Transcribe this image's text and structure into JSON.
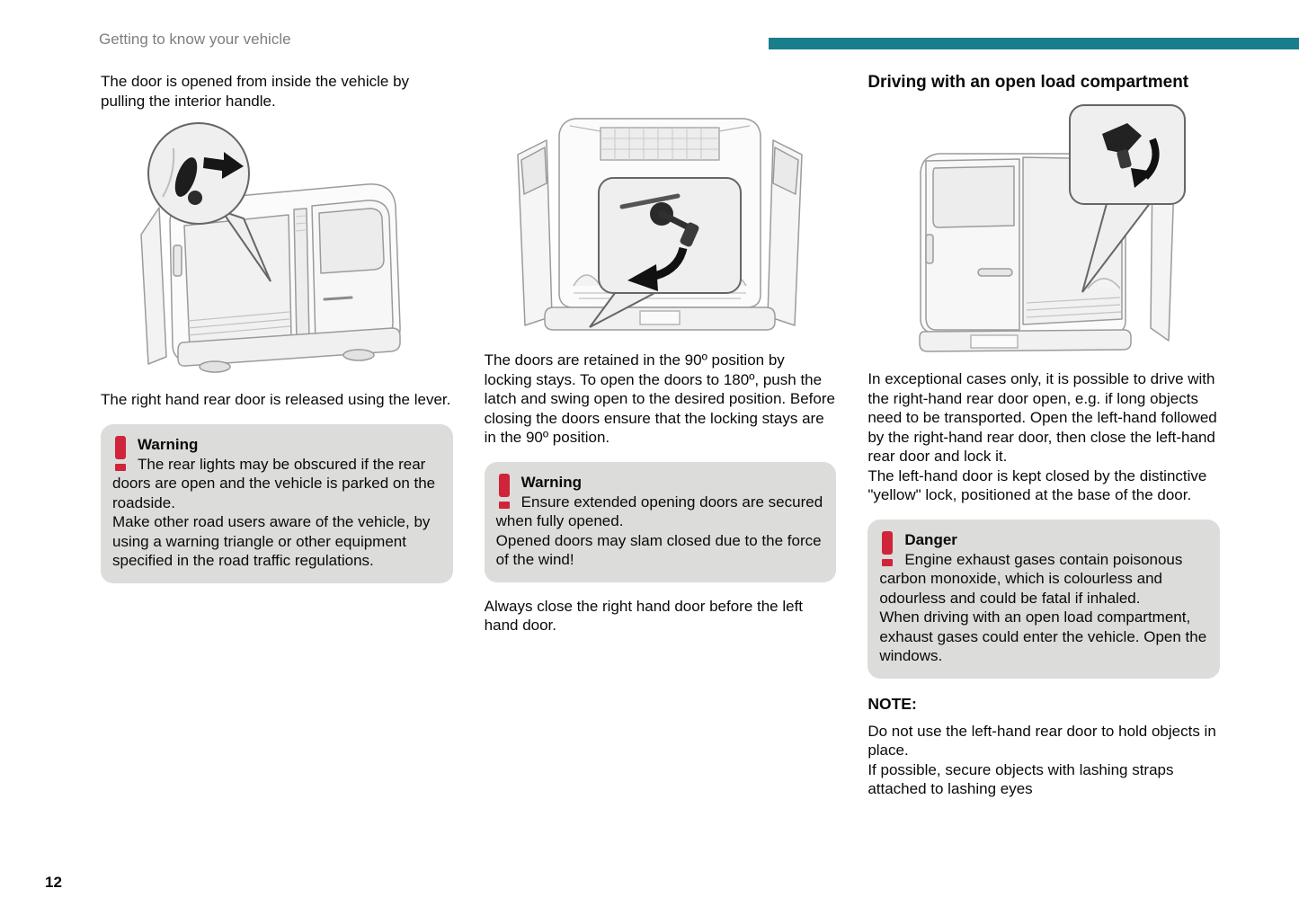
{
  "header": {
    "chapter": "Getting to know your vehicle"
  },
  "footer": {
    "page_number": "12"
  },
  "colors": {
    "accent_bar": "#1a7d8c",
    "alert_icon": "#cf2439",
    "notice_background": "#dcdcda"
  },
  "columns": {
    "left": {
      "intro": "The door is opened from inside the vehicle by pulling the interior handle.",
      "caption": "The right hand rear door is released using the lever.",
      "illustration": "van-rear-open-door-with-interior-handle-callout",
      "warning": {
        "title": "Warning",
        "lines": [
          "The rear lights may be obscured if the rear doors are open and the vehicle is parked on the roadside.",
          "Make other road users aware of the vehicle, by using a warning triangle or other equipment specified in the road traffic regulations."
        ]
      }
    },
    "middle": {
      "illustration": "van-rear-both-doors-open-with-locking-stay-callout",
      "body": "The doors are retained in the 90º position by locking stays. To open the doors to 180º, push the latch and swing open to the desired position. Before closing the doors ensure that the locking stays are in the 90º position.",
      "warning": {
        "title": "Warning",
        "lines": [
          "Ensure extended opening doors are secured when fully opened.",
          "Opened doors may slam closed due to the force of the wind!"
        ]
      },
      "closing": "Always close the right hand door before the left hand door."
    },
    "right": {
      "heading": "Driving with an open load compartment",
      "illustration": "van-rear-right-door-open-with-yellow-lock-callout",
      "body1": "In exceptional cases only, it is possible to drive with the right-hand rear door open, e.g. if long objects need to be transported. Open the left-hand followed by the right-hand rear door, then close the left-hand rear door and lock it.",
      "body2": "The left-hand door is kept closed by the distinctive \"yellow\" lock, positioned at the base of the door.",
      "danger": {
        "title": "Danger",
        "lines": [
          "Engine exhaust gases contain poisonous carbon monoxide, which is colourless and odourless and could be fatal if inhaled.",
          "When driving with an open load compartment, exhaust gases could enter the vehicle. Open the windows."
        ]
      },
      "note_label": "NOTE:",
      "notes": [
        "Do not use the left-hand rear door to hold objects in place.",
        "If possible, secure objects with lashing straps attached to lashing eyes"
      ]
    }
  }
}
